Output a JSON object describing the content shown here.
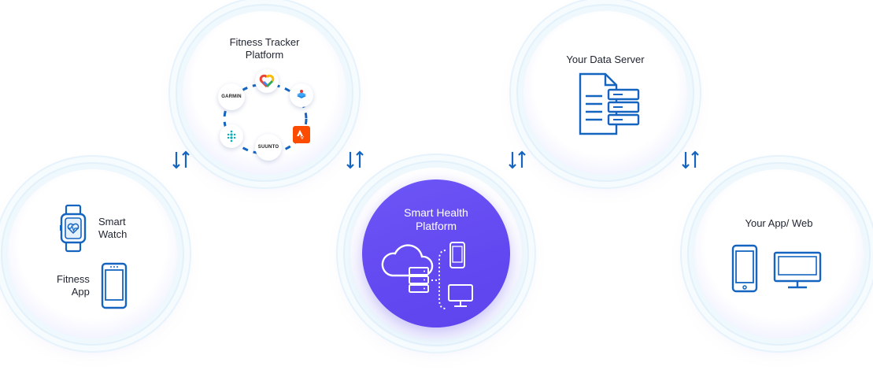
{
  "fitness_tracker": {
    "title_line1": "Fitness Tracker",
    "title_line2": "Platform",
    "garmin": "GARMIN",
    "suunto": "SUUNTO"
  },
  "devices": {
    "smart_watch_line1": "Smart",
    "smart_watch_line2": "Watch",
    "fitness_app_line1": "Fitness",
    "fitness_app_line2": "App"
  },
  "smart_health": {
    "title_line1": "Smart Health",
    "title_line2": "Platform"
  },
  "data_server": {
    "title": "Your Data Server"
  },
  "app_web": {
    "title": "Your App/ Web"
  },
  "colors": {
    "primary_blue": "#1565c0",
    "accent_purple": "#6a52f5",
    "text_dark": "#1f2430"
  }
}
